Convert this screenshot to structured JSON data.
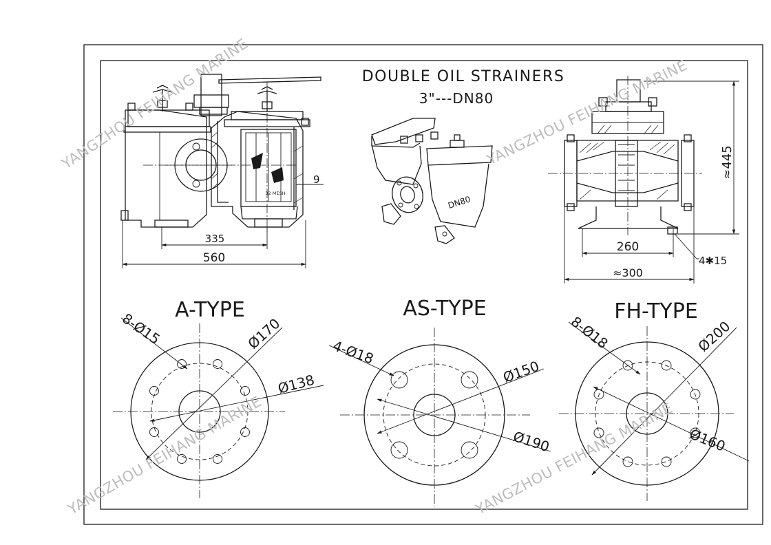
{
  "title": {
    "line1": "DOUBLE OIL STRAINERS",
    "line2": "3\"---DN80"
  },
  "watermark": "YANGZHOU FEIHANG MARINE",
  "front_view": {
    "mesh_label": "32 MESH",
    "dim_9": "9",
    "dim_335": "335",
    "dim_560": "560"
  },
  "iso_view": {
    "body_label": "DN80"
  },
  "side_view": {
    "dim_445": "≈445",
    "dim_260": "260",
    "dim_300": "≈300",
    "dim_holes": "4✱15"
  },
  "flanges": {
    "a_type": {
      "title": "A-TYPE",
      "holes": "8-Ø15",
      "outer_dia": "Ø170",
      "pcd": "Ø138"
    },
    "as_type": {
      "title": "AS-TYPE",
      "holes": "4-Ø18",
      "pcd": "Ø150",
      "outer_dia": "Ø190"
    },
    "fh_type": {
      "title": "FH-TYPE",
      "holes": "8-Ø18",
      "outer_dia": "Ø200",
      "pcd": "Ø160"
    }
  },
  "colors": {
    "line": "#1a1a1a",
    "watermark": "#bdbdbd",
    "background": "#ffffff"
  }
}
